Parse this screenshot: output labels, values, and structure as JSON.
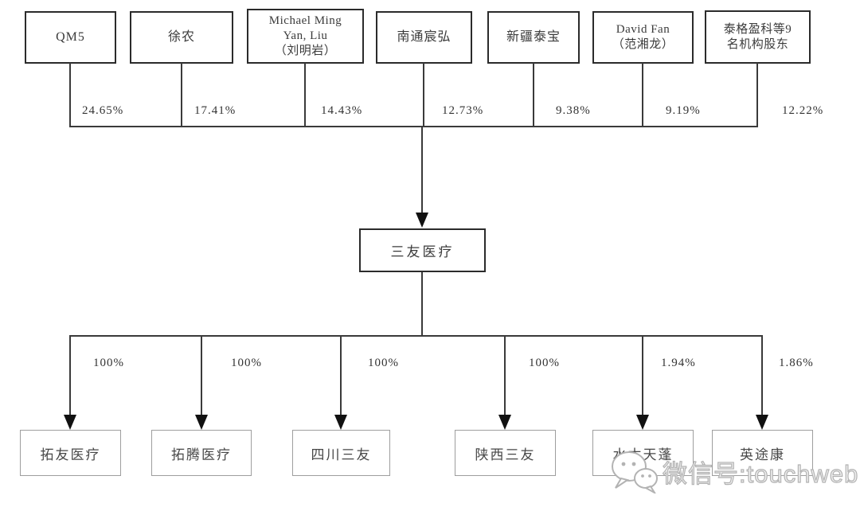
{
  "diagram": {
    "company": {
      "name": "三友医疗"
    },
    "shareholders": [
      {
        "name": "QM5",
        "percent": "24.65%"
      },
      {
        "name": "徐农",
        "percent": "17.41%"
      },
      {
        "name": "Michael Ming\nYan, Liu\n（刘明岩）",
        "percent": "14.43%"
      },
      {
        "name": "南通宸弘",
        "percent": "12.73%"
      },
      {
        "name": "新疆泰宝",
        "percent": "9.38%"
      },
      {
        "name": "David Fan\n（范湘龙）",
        "percent": "9.19%"
      },
      {
        "name": "泰格盈科等9\n名机构股东",
        "percent": "12.22%"
      }
    ],
    "subsidiaries": [
      {
        "name": "拓友医疗",
        "percent": "100%"
      },
      {
        "name": "拓腾医疗",
        "percent": "100%"
      },
      {
        "name": "四川三友",
        "percent": "100%"
      },
      {
        "name": "陕西三友",
        "percent": "100%"
      },
      {
        "name": "水木天蓬",
        "percent": "1.94%"
      },
      {
        "name": "英途康",
        "percent": "1.86%"
      }
    ],
    "colors": {
      "line": "#3a3a3a",
      "top_box_border": "#2b2b2b",
      "bottom_box_border": "#9e9e9e",
      "text": "#3b3b3b"
    }
  },
  "watermark": {
    "icon": "wechat-icon",
    "text": "微信号:touchweb",
    "color": "#b3b3b3"
  }
}
